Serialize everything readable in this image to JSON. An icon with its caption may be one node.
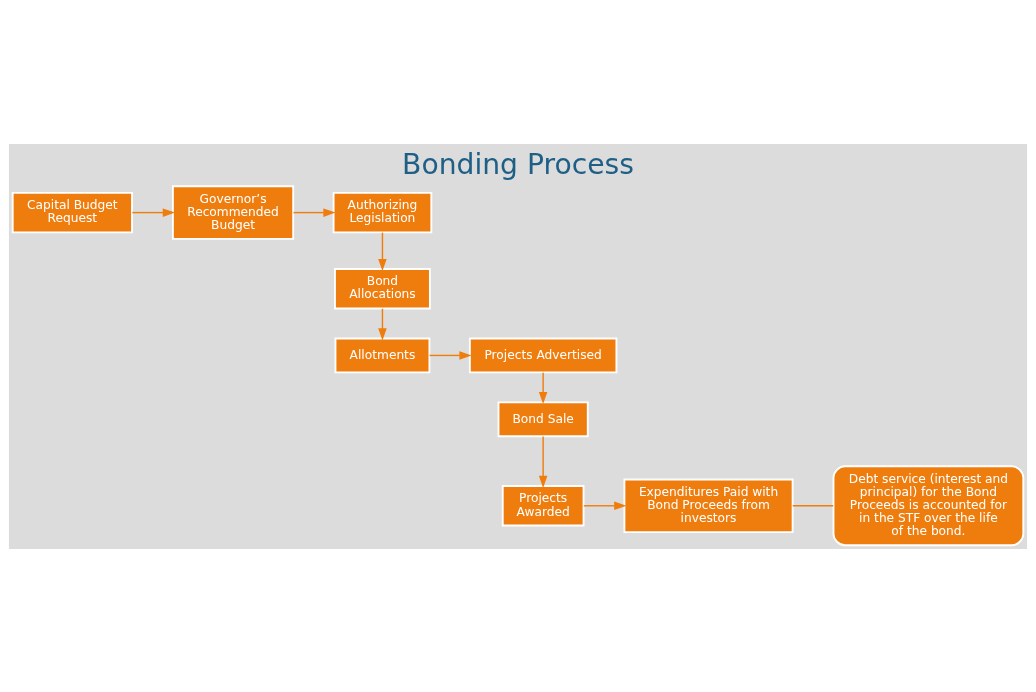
{
  "diagram": {
    "title": "Bonding Process",
    "nodes": [
      {
        "text": [
          "Capital Budget Request"
        ]
      },
      {
        "text": [
          "Governor’s Recommended Budget"
        ]
      },
      {
        "text": [
          "Authorizing Legislation"
        ]
      },
      {
        "text": [
          "Bond Allocations"
        ]
      },
      {
        "text": [
          "Allotments"
        ]
      },
      {
        "text": [
          "Projects Advertised"
        ]
      },
      {
        "text": [
          "Bond Sale"
        ]
      },
      {
        "text": [
          "Projects Awarded"
        ]
      },
      {
        "text": [
          "Expenditures Paid with Bond Proceeds from investors"
        ]
      },
      {
        "text": [
          "Debt service (interest and principal) for the Bond Proceeds is accounted for in the STF over the life of the bond."
        ]
      }
    ],
    "edges": [
      {
        "from": 0,
        "to": 1,
        "arrow": "to"
      },
      {
        "from": 1,
        "to": 2,
        "arrow": "to"
      },
      {
        "from": 2,
        "to": 3,
        "arrow": "to"
      },
      {
        "from": 3,
        "to": 4,
        "arrow": "to"
      },
      {
        "from": 4,
        "to": 5,
        "arrow": "to"
      },
      {
        "from": 5,
        "to": 6,
        "arrow": "to"
      },
      {
        "from": 6,
        "to": 7,
        "arrow": "to"
      },
      {
        "from": 7,
        "to": 8,
        "arrow": "to"
      },
      {
        "from": 8,
        "to": 9,
        "arrow": "none"
      }
    ]
  }
}
